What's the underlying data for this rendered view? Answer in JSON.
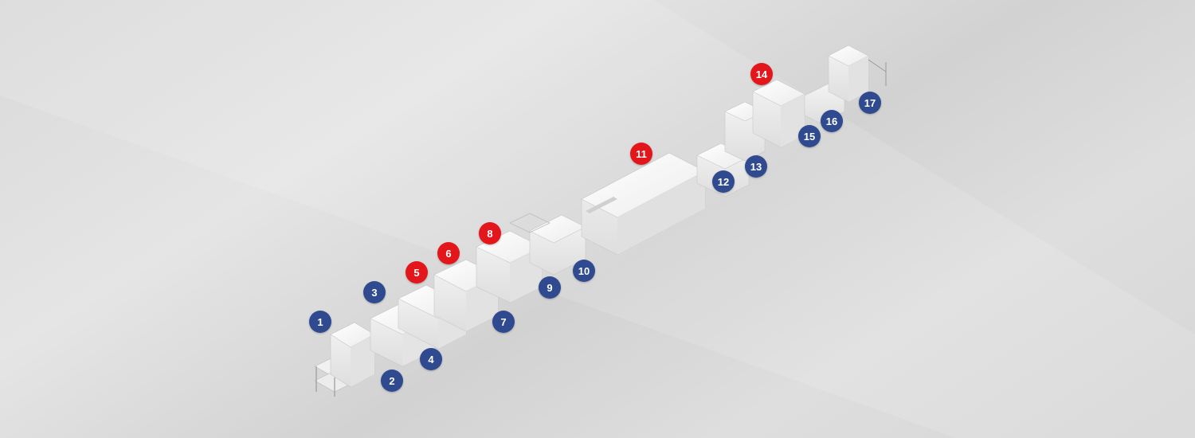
{
  "colors": {
    "primary_marker": "#2f4a8f",
    "highlight_marker": "#e3161b",
    "machine_light": "#f7f7f7",
    "machine_shade": "#dcdcdc",
    "accent_green": "#6fcf6f"
  },
  "stations": [
    {
      "id": "station-1",
      "label": "1",
      "type": "primary"
    },
    {
      "id": "station-2",
      "label": "2",
      "type": "primary"
    },
    {
      "id": "station-3",
      "label": "3",
      "type": "primary"
    },
    {
      "id": "station-4",
      "label": "4",
      "type": "primary"
    },
    {
      "id": "station-5",
      "label": "5",
      "type": "highlight"
    },
    {
      "id": "station-6",
      "label": "6",
      "type": "highlight"
    },
    {
      "id": "station-7",
      "label": "7",
      "type": "primary"
    },
    {
      "id": "station-8",
      "label": "8",
      "type": "highlight"
    },
    {
      "id": "station-9",
      "label": "9",
      "type": "primary"
    },
    {
      "id": "station-10",
      "label": "10",
      "type": "primary"
    },
    {
      "id": "station-11",
      "label": "11",
      "type": "highlight"
    },
    {
      "id": "station-12",
      "label": "12",
      "type": "primary"
    },
    {
      "id": "station-13",
      "label": "13",
      "type": "primary"
    },
    {
      "id": "station-14",
      "label": "14",
      "type": "highlight"
    },
    {
      "id": "station-15",
      "label": "15",
      "type": "primary"
    },
    {
      "id": "station-16",
      "label": "16",
      "type": "primary"
    },
    {
      "id": "station-17",
      "label": "17",
      "type": "primary"
    }
  ]
}
